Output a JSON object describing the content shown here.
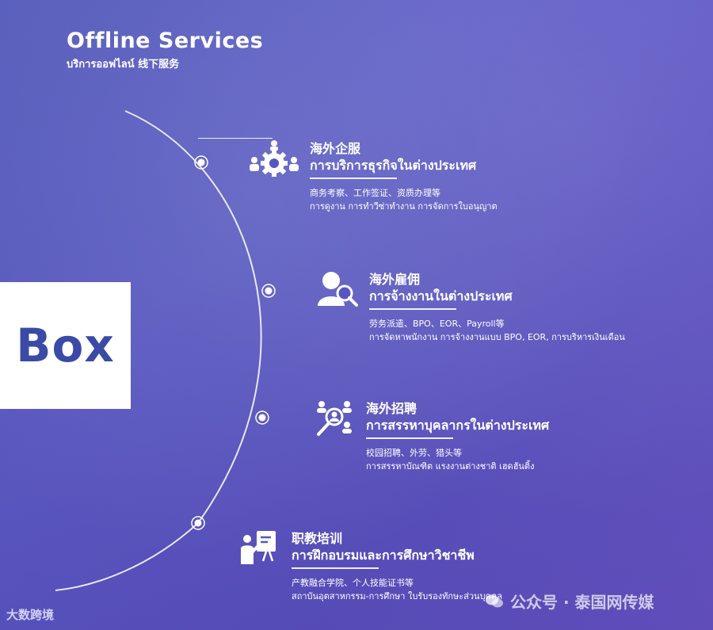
{
  "header": {
    "title": "Offline Services",
    "subtitle": "บริการออฟไลน์   线下服务"
  },
  "box_label": "Box",
  "services": [
    {
      "icon": "team-gear-icon",
      "title_cn": "海外企服",
      "title_th": "การบริการธุรกิจในต่างประเทศ",
      "desc_cn": "商务考察、工作签证、资质办理等",
      "desc_th": "การดูงาน การทำวีซ่าทำงาน การจัดการใบอนุญาต"
    },
    {
      "icon": "user-search-icon",
      "title_cn": "海外雇佣",
      "title_th": "การจ้างงานในต่างประเทศ",
      "desc_cn": "劳务派遣、BPO、EOR、Payroll等",
      "desc_th": "การจัดหาพนักงาน การจ้างงานแบบ BPO, EOR, การบริหารเงินเดือน"
    },
    {
      "icon": "recruitment-icon",
      "title_cn": "海外招聘",
      "title_th": "การสรรหาบุคลากรในต่างประเทศ",
      "desc_cn": "校园招聘、外劳、猎头等",
      "desc_th": "การสรรหาบัณฑิต แรงงานต่างชาติ เฮดฮันติ้ง"
    },
    {
      "icon": "training-board-icon",
      "title_cn": "职教培训",
      "title_th": "การฝึกอบรมและการศึกษาวิชาชีพ",
      "desc_cn": "产教融合学院、个人技能证书等",
      "desc_th": "สถาบันอุตสาหกรรม-การศึกษา ใบรับรองทักษะส่วนบุคคล"
    }
  ],
  "watermark_left": "大数跨境",
  "watermark_right": "公众号 · 泰国网传媒",
  "colors": {
    "background": "#5656c2",
    "box_text": "#3a4aa6",
    "text": "#ffffff"
  }
}
